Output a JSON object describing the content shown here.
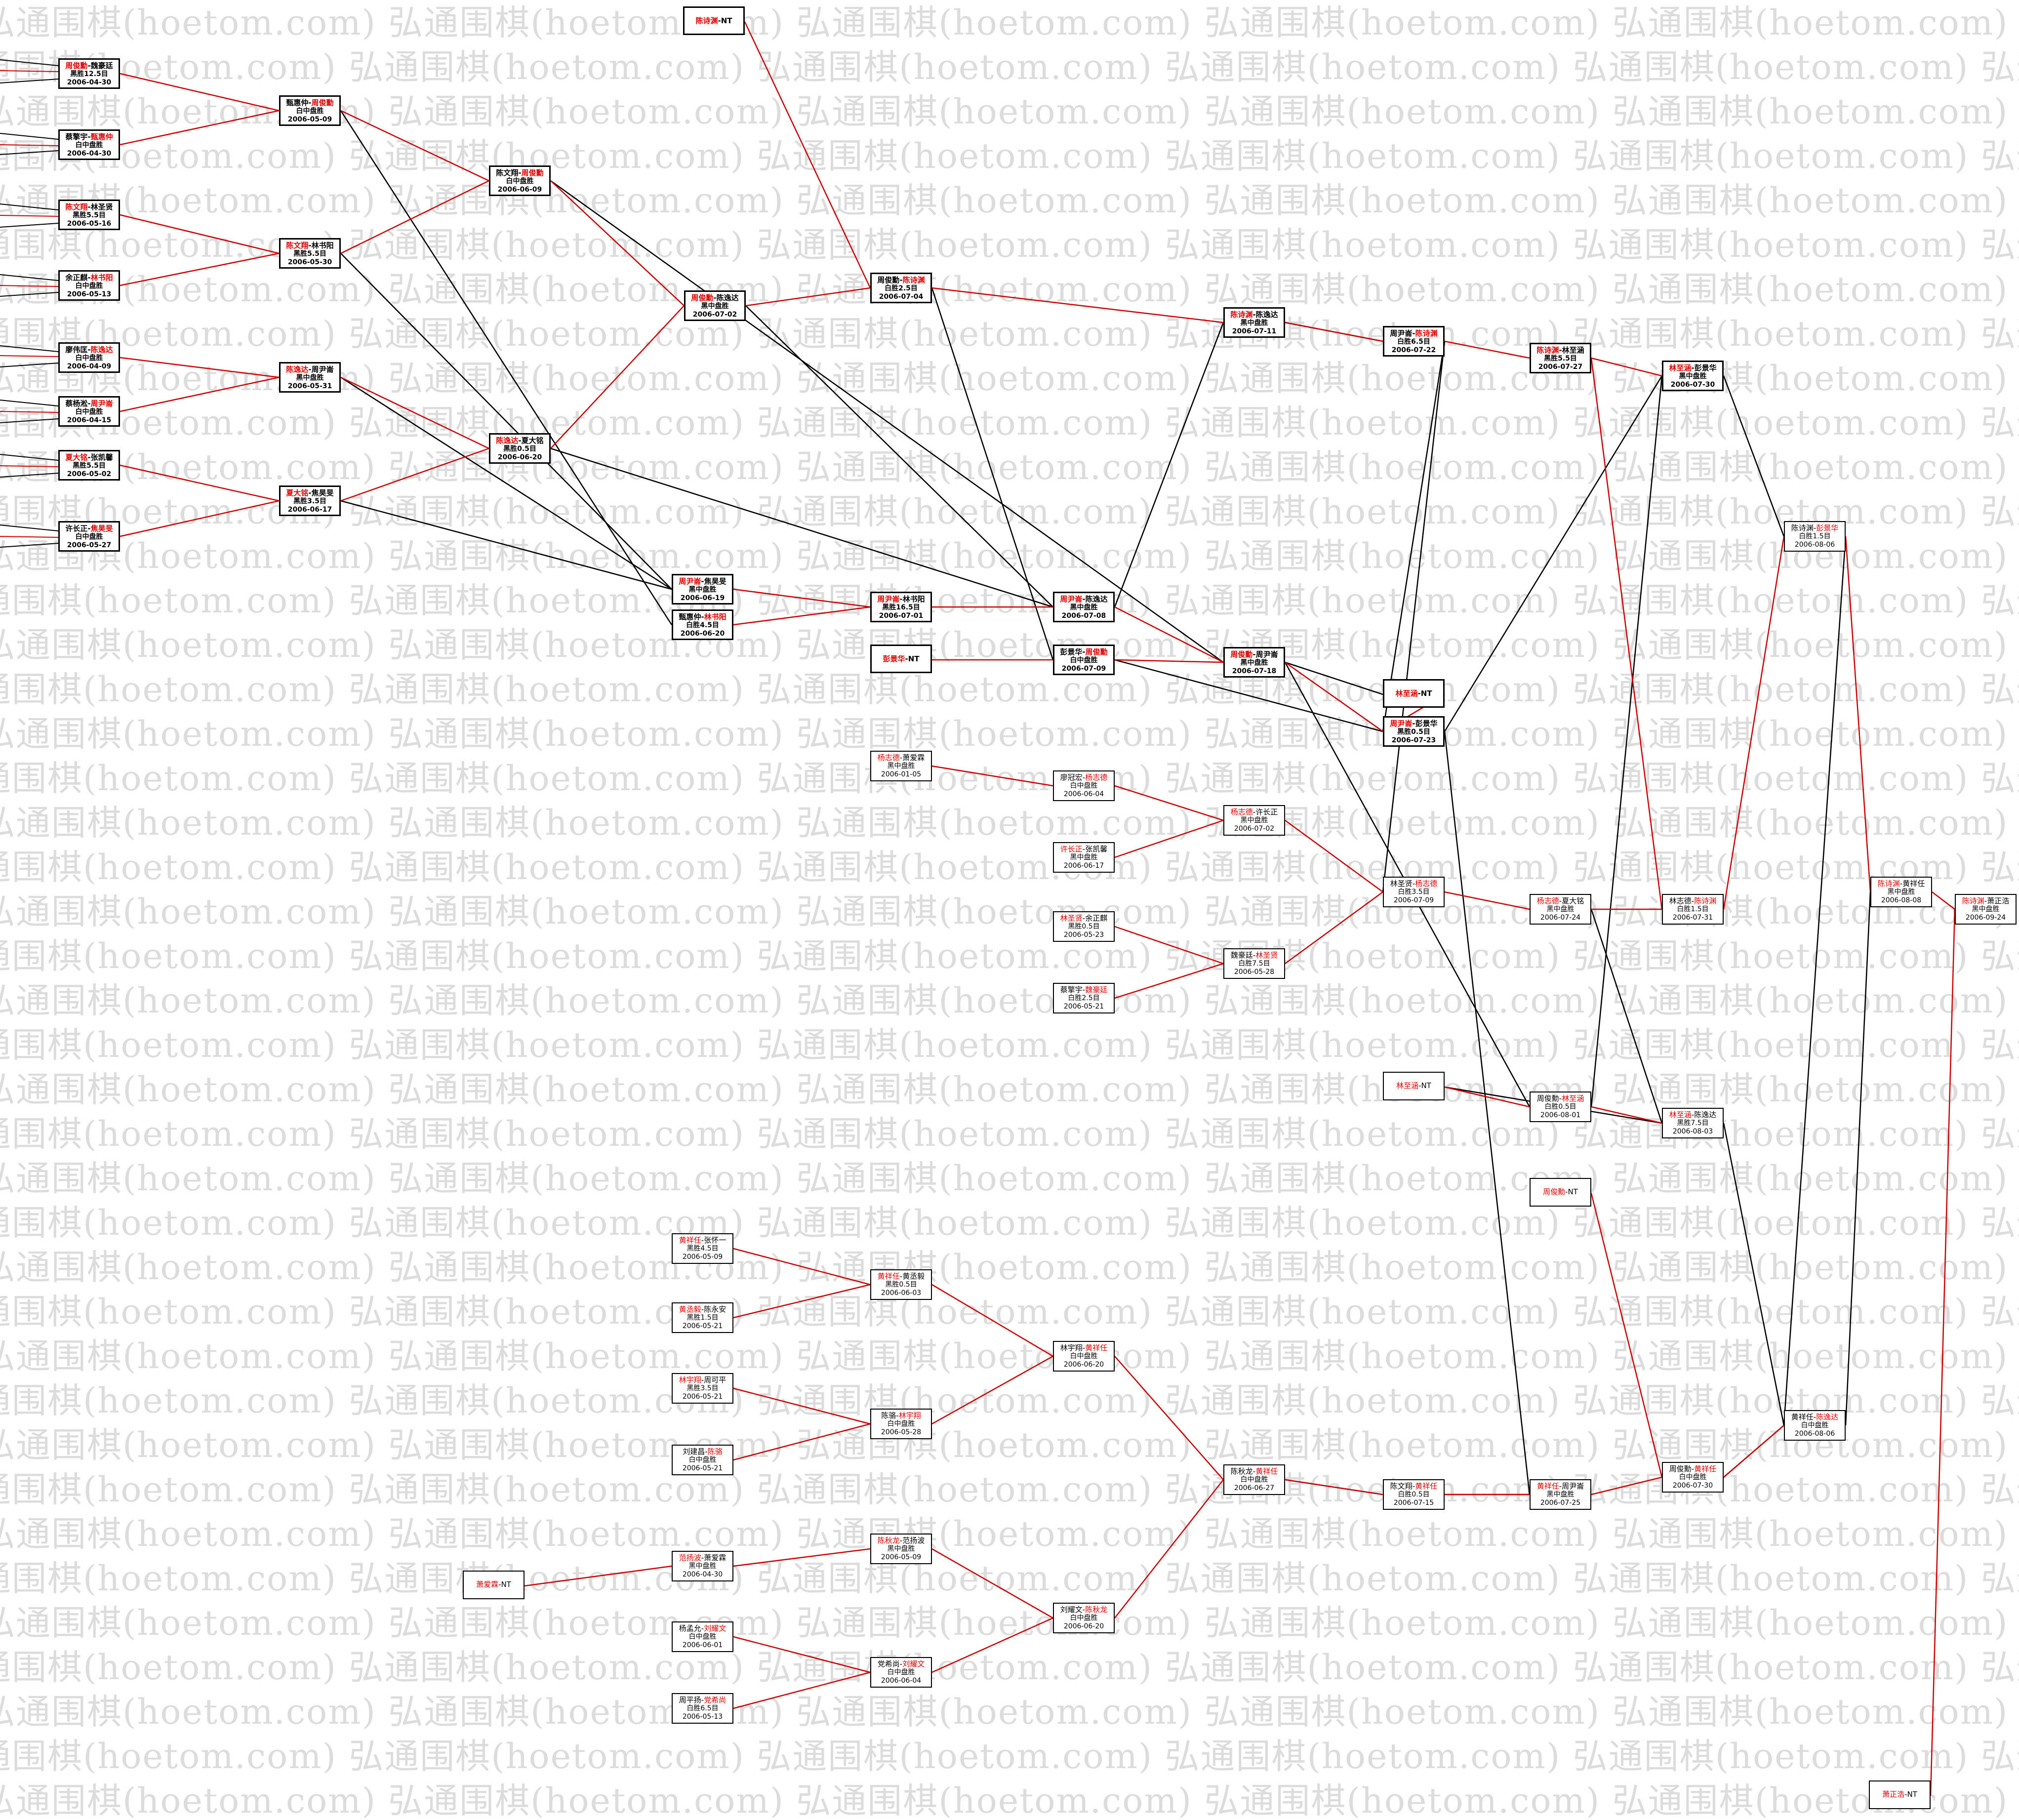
{
  "watermark": "弘通围棋(hoetom.com)",
  "colors": {
    "winner": "#e00000",
    "win_line": "#d00000",
    "loss_line": "#000000"
  },
  "nodes": [
    {
      "id": "n01",
      "w1": "周俊勳",
      "w2": "-魏豪廷",
      "w": 1,
      "res": "黑胜12.5目",
      "date": "2006-04-30",
      "s": "b"
    },
    {
      "id": "n02",
      "w1": "蔡擎宇-",
      "w2": "甄惠仲",
      "w": 2,
      "res": "白中盘胜",
      "date": "2006-04-30",
      "s": "b"
    },
    {
      "id": "n03",
      "w1": "陈文翔",
      "w2": "-林圣贤",
      "w": 1,
      "res": "黑胜5.5目",
      "date": "2006-05-16",
      "s": "b"
    },
    {
      "id": "n04",
      "w1": "余正麒-",
      "w2": "林书阳",
      "w": 2,
      "res": "白中盘胜",
      "date": "2006-05-13",
      "s": "b"
    },
    {
      "id": "n05",
      "w1": "廖伟匡-",
      "w2": "陈逸达",
      "w": 2,
      "res": "白中盘胜",
      "date": "2006-04-09",
      "s": "b"
    },
    {
      "id": "n06",
      "w1": "蔡杨淞-",
      "w2": "周尹崙",
      "w": 2,
      "res": "白中盘胜",
      "date": "2006-04-15",
      "s": "b"
    },
    {
      "id": "n07",
      "w1": "夏大铭",
      "w2": "-张凯馨",
      "w": 1,
      "res": "黑胜5.5目",
      "date": "2006-05-02",
      "s": "b"
    },
    {
      "id": "n08",
      "w1": "许长正-",
      "w2": "焦昊旻",
      "w": 2,
      "res": "白中盘胜",
      "date": "2006-05-27",
      "s": "b"
    },
    {
      "id": "n09",
      "w1": "甄惠仲-",
      "w2": "周俊勳",
      "w": 2,
      "res": "白中盘胜",
      "date": "2006-05-09",
      "s": "b"
    },
    {
      "id": "n10",
      "w1": "陈文翔",
      "w2": "-林书阳",
      "w": 1,
      "res": "黑胜5.5目",
      "date": "2006-05-30",
      "s": "b"
    },
    {
      "id": "n11",
      "w1": "陈逸达",
      "w2": "-周尹崙",
      "w": 1,
      "res": "黑中盘胜",
      "date": "2006-05-31",
      "s": "b"
    },
    {
      "id": "n12",
      "w1": "夏大铭",
      "w2": "-焦昊旻",
      "w": 1,
      "res": "黑胜3.5目",
      "date": "2006-06-17",
      "s": "b"
    },
    {
      "id": "n13",
      "w1": "陈文翔-",
      "w2": "周俊勳",
      "w": 2,
      "res": "白中盘胜",
      "date": "2006-06-09",
      "s": "b"
    },
    {
      "id": "n14",
      "w1": "陈逸达",
      "w2": "-夏大铭",
      "w": 1,
      "res": "黑胜0.5目",
      "date": "2006-06-20",
      "s": "b"
    },
    {
      "id": "n15",
      "w1": "陈诗渊",
      "w2": "-NT",
      "w": 1,
      "res": "",
      "date": "",
      "s": "b"
    },
    {
      "id": "n16",
      "w1": "周俊勳",
      "w2": "-陈逸达",
      "w": 1,
      "res": "黑中盘胜",
      "date": "2006-07-02",
      "s": "b"
    },
    {
      "id": "n17",
      "w1": "周俊勳-",
      "w2": "陈诗渊",
      "w": 2,
      "res": "白胜2.5目",
      "date": "2006-07-04",
      "s": "b"
    },
    {
      "id": "n18",
      "w1": "周尹崙",
      "w2": "-焦昊旻",
      "w": 1,
      "res": "黑中盘胜",
      "date": "2006-06-19",
      "s": "b"
    },
    {
      "id": "n19",
      "w1": "甄惠仲-",
      "w2": "林书阳",
      "w": 2,
      "res": "白胜4.5目",
      "date": "2006-06-20",
      "s": "b"
    },
    {
      "id": "n20",
      "w1": "周尹崙",
      "w2": "-林书阳",
      "w": 1,
      "res": "黑胜16.5目",
      "date": "2006-07-01",
      "s": "b"
    },
    {
      "id": "n21",
      "w1": "彭景华",
      "w2": "-NT",
      "w": 1,
      "res": "",
      "date": "",
      "s": "b"
    },
    {
      "id": "n22",
      "w1": "周尹崙",
      "w2": "-陈逸达",
      "w": 1,
      "res": "黑中盘胜",
      "date": "2006-07-08",
      "s": "b"
    },
    {
      "id": "n23",
      "w1": "彭景华-",
      "w2": "周俊勳",
      "w": 2,
      "res": "白中盘胜",
      "date": "2006-07-09",
      "s": "b"
    },
    {
      "id": "n24",
      "w1": "陈诗渊",
      "w2": "-陈逸达",
      "w": 1,
      "res": "黑中盘胜",
      "date": "2006-07-11",
      "s": "b"
    },
    {
      "id": "n25",
      "w1": "周俊勳",
      "w2": "-周尹崙",
      "w": 1,
      "res": "黑中盘胜",
      "date": "2006-07-18",
      "s": "b"
    },
    {
      "id": "n26",
      "w1": "周尹崙-",
      "w2": "陈诗渊",
      "w": 2,
      "res": "白胜6.5目",
      "date": "2006-07-22",
      "s": "b"
    },
    {
      "id": "n27",
      "w1": "林至涵",
      "w2": "-NT",
      "w": 1,
      "res": "",
      "date": "",
      "s": "b"
    },
    {
      "id": "n28",
      "w1": "周尹崙",
      "w2": "-彭景华",
      "w": 1,
      "res": "黑胜0.5目",
      "date": "2006-07-23",
      "s": "b"
    },
    {
      "id": "n29",
      "w1": "陈诗渊",
      "w2": "-林至涵",
      "w": 1,
      "res": "黑胜5.5目",
      "date": "2006-07-27",
      "s": "b"
    },
    {
      "id": "n30",
      "w1": "林至涵",
      "w2": "-彭景华",
      "w": 1,
      "res": "黑中盘胜",
      "date": "2006-07-30",
      "s": "b"
    },
    {
      "id": "n31",
      "w1": "陈诗渊-",
      "w2": "彭景华",
      "w": 2,
      "res": "白胜1.5目",
      "date": "2006-08-06",
      "s": "n"
    },
    {
      "id": "n32",
      "w1": "陈诗渊",
      "w2": "-黄祥任",
      "w": 1,
      "res": "黑中盘胜",
      "date": "2006-08-08",
      "s": "n"
    },
    {
      "id": "n33",
      "w1": "陈诗渊",
      "w2": "-萧正浩",
      "w": 1,
      "res": "黑中盘胜",
      "date": "2006-09-24",
      "s": "n"
    },
    {
      "id": "n34",
      "w1": "萧正浩",
      "w2": "-NT",
      "w": 1,
      "res": "",
      "date": "",
      "s": "n"
    },
    {
      "id": "n35",
      "w1": "杨志德",
      "w2": "-萧爱霖",
      "w": 1,
      "res": "黑中盘胜",
      "date": "2006-01-05",
      "s": "n"
    },
    {
      "id": "n36",
      "w1": "廖冠宏-",
      "w2": "杨志德",
      "w": 2,
      "res": "白中盘胜",
      "date": "2006-06-04",
      "s": "n"
    },
    {
      "id": "n37",
      "w1": "许长正",
      "w2": "-张凯馨",
      "w": 1,
      "res": "黑中盘胜",
      "date": "2006-06-17",
      "s": "n"
    },
    {
      "id": "n38",
      "w1": "杨志德",
      "w2": "-许长正",
      "w": 1,
      "res": "黑中盘胜",
      "date": "2006-07-02",
      "s": "n"
    },
    {
      "id": "n39",
      "w1": "林圣贤",
      "w2": "-余正麒",
      "w": 1,
      "res": "黑胜0.5目",
      "date": "2006-05-23",
      "s": "n"
    },
    {
      "id": "n40",
      "w1": "蔡擎宇-",
      "w2": "魏豪廷",
      "w": 2,
      "res": "白胜2.5目",
      "date": "2006-05-21",
      "s": "n"
    },
    {
      "id": "n41",
      "w1": "魏豪廷-",
      "w2": "林圣贤",
      "w": 2,
      "res": "白胜7.5目",
      "date": "2006-05-28",
      "s": "n"
    },
    {
      "id": "n42",
      "w1": "林圣贤-",
      "w2": "杨志德",
      "w": 2,
      "res": "白胜3.5目",
      "date": "2006-07-09",
      "s": "n"
    },
    {
      "id": "n43",
      "w1": "杨志德",
      "w2": "-夏大铭",
      "w": 1,
      "res": "黑中盘胜",
      "date": "2006-07-24",
      "s": "n"
    },
    {
      "id": "n44",
      "w1": "林志德-",
      "w2": "陈诗渊",
      "w": 2,
      "res": "白胜1.5目",
      "date": "2006-07-31",
      "s": "n"
    },
    {
      "id": "n45",
      "w1": "林至涵",
      "w2": "-NT",
      "w": 1,
      "res": "",
      "date": "",
      "s": "n"
    },
    {
      "id": "n46",
      "w1": "周俊勳-",
      "w2": "林至涵",
      "w": 2,
      "res": "白胜0.5目",
      "date": "2006-08-01",
      "s": "n"
    },
    {
      "id": "n47",
      "w1": "林至涵",
      "w2": "-陈逸达",
      "w": 1,
      "res": "黑胜7.5目",
      "date": "2006-08-03",
      "s": "n"
    },
    {
      "id": "n48",
      "w1": "周俊勳",
      "w2": "-NT",
      "w": 1,
      "res": "",
      "date": "",
      "s": "n"
    },
    {
      "id": "n49",
      "w1": "黄祥任-",
      "w2": "陈逸达",
      "w": 2,
      "res": "白中盘胜",
      "date": "2006-08-06",
      "s": "n"
    },
    {
      "id": "n50",
      "w1": "周俊勳-",
      "w2": "黄祥任",
      "w": 2,
      "res": "白中盘胜",
      "date": "2006-07-30",
      "s": "n"
    },
    {
      "id": "n51",
      "w1": "黄祥任",
      "w2": "-周尹崙",
      "w": 1,
      "res": "黑中盘胜",
      "date": "2006-07-25",
      "s": "n"
    },
    {
      "id": "n52",
      "w1": "陈文翔-",
      "w2": "黄祥任",
      "w": 2,
      "res": "白胜0.5目",
      "date": "2006-07-15",
      "s": "n"
    },
    {
      "id": "n53",
      "w1": "陈秋龙-",
      "w2": "黄祥任",
      "w": 2,
      "res": "白中盘胜",
      "date": "2006-06-27",
      "s": "n"
    },
    {
      "id": "n54",
      "w1": "林宇翔-",
      "w2": "黄祥任",
      "w": 2,
      "res": "白中盘胜",
      "date": "2006-06-20",
      "s": "n"
    },
    {
      "id": "n55",
      "w1": "黄祥任",
      "w2": "-张怀一",
      "w": 1,
      "res": "黑胜4.5目",
      "date": "2006-05-09",
      "s": "n"
    },
    {
      "id": "n56",
      "w1": "黄祥任",
      "w2": "-黄丞毅",
      "w": 1,
      "res": "黑胜0.5目",
      "date": "2006-06-03",
      "s": "n"
    },
    {
      "id": "n57",
      "w1": "黄丞毅",
      "w2": "-陈永安",
      "w": 1,
      "res": "黑胜1.5目",
      "date": "2006-05-21",
      "s": "n"
    },
    {
      "id": "n58",
      "w1": "林宇翔",
      "w2": "-周可平",
      "w": 1,
      "res": "黑胜3.5目",
      "date": "2006-05-21",
      "s": "n"
    },
    {
      "id": "n59",
      "w1": "陈骆-",
      "w2": "林宇翔",
      "w": 2,
      "res": "白中盘胜",
      "date": "2006-05-28",
      "s": "n"
    },
    {
      "id": "n60",
      "w1": "刘建昌-",
      "w2": "陈骆",
      "w": 2,
      "res": "白中盘胜",
      "date": "2006-05-21",
      "s": "n"
    },
    {
      "id": "n61",
      "w1": "陈秋龙",
      "w2": "-范扬波",
      "w": 1,
      "res": "黑中盘胜",
      "date": "2006-05-09",
      "s": "n"
    },
    {
      "id": "n62",
      "w1": "范扬波",
      "w2": "-萧爱霖",
      "w": 1,
      "res": "黑中盘胜",
      "date": "2006-04-30",
      "s": "n"
    },
    {
      "id": "n63",
      "w1": "萧爱霖",
      "w2": "-NT",
      "w": 1,
      "res": "",
      "date": "",
      "s": "n"
    },
    {
      "id": "n64",
      "w1": "刘耀文-",
      "w2": "陈秋龙",
      "w": 2,
      "res": "白中盘胜",
      "date": "2006-06-20",
      "s": "n"
    },
    {
      "id": "n65",
      "w1": "杨孟允-",
      "w2": "刘耀文",
      "w": 2,
      "res": "白中盘胜",
      "date": "2006-06-01",
      "s": "n"
    },
    {
      "id": "n66",
      "w1": "党希尚-",
      "w2": "刘耀文",
      "w": 2,
      "res": "白中盘胜",
      "date": "2006-06-04",
      "s": "n"
    },
    {
      "id": "n67",
      "w1": "周平扬-",
      "w2": "党希尚",
      "w": 2,
      "res": "白胜6.5目",
      "date": "2006-05-13",
      "s": "n"
    }
  ],
  "edges_win": [
    [
      "n01",
      "n09"
    ],
    [
      "n02",
      "n09"
    ],
    [
      "n03",
      "n10"
    ],
    [
      "n04",
      "n10"
    ],
    [
      "n05",
      "n11"
    ],
    [
      "n06",
      "n11"
    ],
    [
      "n07",
      "n12"
    ],
    [
      "n08",
      "n12"
    ],
    [
      "n09",
      "n13"
    ],
    [
      "n10",
      "n13"
    ],
    [
      "n11",
      "n14"
    ],
    [
      "n12",
      "n14"
    ],
    [
      "n13",
      "n16"
    ],
    [
      "n14",
      "n16"
    ],
    [
      "n15",
      "n17"
    ],
    [
      "n16",
      "n17"
    ],
    [
      "n18",
      "n20"
    ],
    [
      "n19",
      "n20"
    ],
    [
      "n20",
      "n22"
    ],
    [
      "n21",
      "n23"
    ],
    [
      "n17",
      "n24"
    ],
    [
      "n22",
      "n25"
    ],
    [
      "n23",
      "n25"
    ],
    [
      "n24",
      "n26"
    ],
    [
      "n26",
      "n29"
    ],
    [
      "n29",
      "n44"
    ],
    [
      "n44",
      "n31"
    ],
    [
      "n31",
      "n32"
    ],
    [
      "n32",
      "n33"
    ],
    [
      "n34",
      "n33"
    ],
    [
      "n35",
      "n36"
    ],
    [
      "n36",
      "n38"
    ],
    [
      "n37",
      "n38"
    ],
    [
      "n38",
      "n42"
    ],
    [
      "n39",
      "n41"
    ],
    [
      "n40",
      "n41"
    ],
    [
      "n41",
      "n42"
    ],
    [
      "n42",
      "n43"
    ],
    [
      "n43",
      "n44"
    ],
    [
      "n45",
      "n46"
    ],
    [
      "n46",
      "n47"
    ],
    [
      "n48",
      "n50"
    ],
    [
      "n50",
      "n49"
    ],
    [
      "n51",
      "n50"
    ],
    [
      "n52",
      "n51"
    ],
    [
      "n53",
      "n52"
    ],
    [
      "n54",
      "n53"
    ],
    [
      "n55",
      "n56"
    ],
    [
      "n57",
      "n56"
    ],
    [
      "n56",
      "n54"
    ],
    [
      "n58",
      "n59"
    ],
    [
      "n60",
      "n59"
    ],
    [
      "n59",
      "n54"
    ],
    [
      "n62",
      "n61"
    ],
    [
      "n63",
      "n62"
    ],
    [
      "n61",
      "n64"
    ],
    [
      "n65",
      "n66"
    ],
    [
      "n67",
      "n66"
    ],
    [
      "n66",
      "n64"
    ],
    [
      "n64",
      "n53"
    ],
    [
      "n25",
      "n28"
    ],
    [
      "n29",
      "n30"
    ],
    [
      "n27",
      "n28"
    ]
  ],
  "edges_loss": [
    [
      "n09",
      "n19"
    ],
    [
      "n13",
      "n25"
    ],
    [
      "n10",
      "n18"
    ],
    [
      "n11",
      "n18"
    ],
    [
      "n14",
      "n22"
    ],
    [
      "n12",
      "n18"
    ],
    [
      "n16",
      "n22"
    ],
    [
      "n17",
      "n23"
    ],
    [
      "n22",
      "n24"
    ],
    [
      "n23",
      "n28"
    ],
    [
      "n24",
      "n26"
    ],
    [
      "n25",
      "n27"
    ],
    [
      "n26",
      "n28"
    ],
    [
      "n28",
      "n30"
    ],
    [
      "n30",
      "n31"
    ],
    [
      "n31",
      "n49"
    ],
    [
      "n49",
      "n32"
    ],
    [
      "n47",
      "n49"
    ],
    [
      "n50",
      "n49"
    ],
    [
      "n43",
      "n47"
    ],
    [
      "n45",
      "n47"
    ],
    [
      "n46",
      "n30"
    ],
    [
      "n52",
      "n51"
    ],
    [
      "n53",
      "n52"
    ],
    [
      "n26",
      "n42"
    ],
    [
      "n25",
      "n46"
    ],
    [
      "n28",
      "n51"
    ]
  ]
}
